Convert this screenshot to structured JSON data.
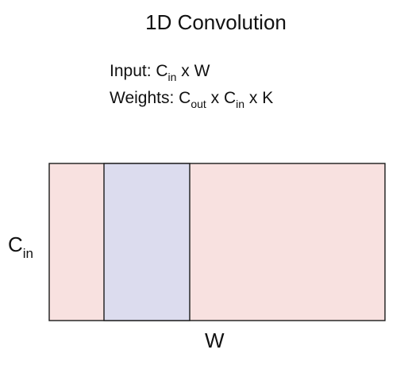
{
  "title": "1D Convolution",
  "input_line": {
    "prefix": "Input: C",
    "sub": "in",
    "suffix": " x W"
  },
  "weights_line": {
    "prefix": "Weights: C",
    "sub_out": "out",
    "middle": " x C",
    "sub_in": "in",
    "suffix": " x K"
  },
  "axis_labels": {
    "channels_main": "C",
    "channels_sub": "in",
    "width": "W"
  },
  "colors": {
    "input_fill": "#f8e1e0",
    "kernel_fill": "#dcdcee",
    "stroke": "#1a1a1a"
  }
}
